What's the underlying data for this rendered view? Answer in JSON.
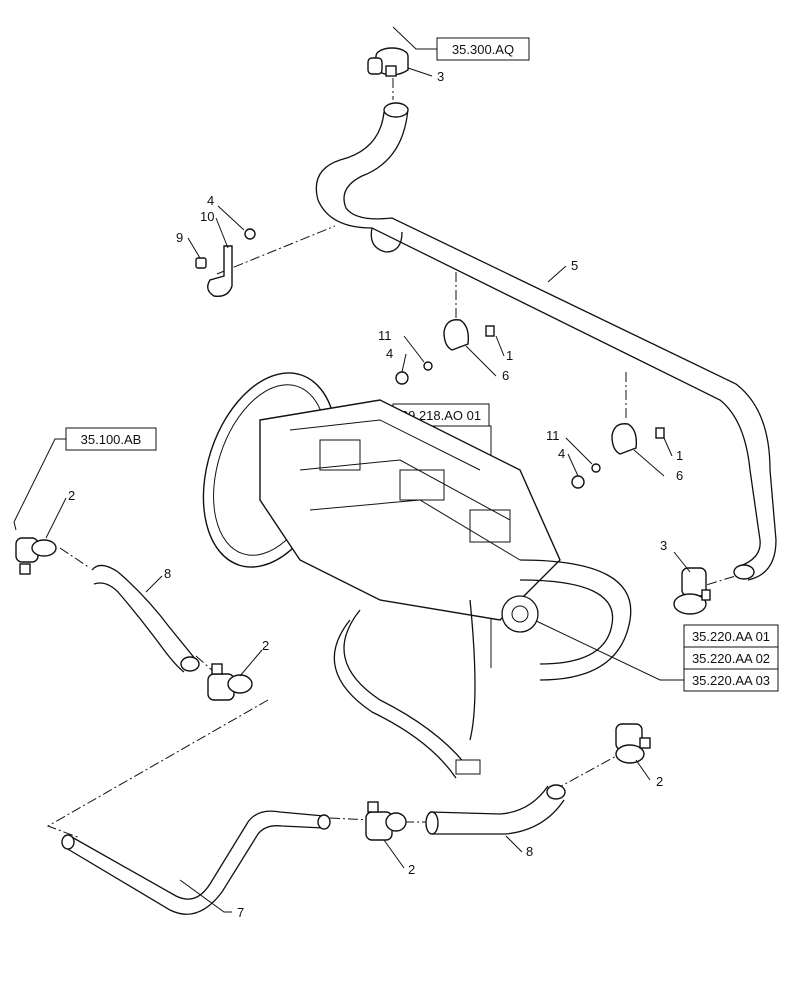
{
  "callouts": {
    "c1a": "1",
    "c1b": "1",
    "c2a": "2",
    "c2b": "2",
    "c2c": "2",
    "c2d": "2",
    "c3a": "3",
    "c3b": "3",
    "c4a": "4",
    "c4b": "4",
    "c4c": "4",
    "c5": "5",
    "c6a": "6",
    "c6b": "6",
    "c7": "7",
    "c8a": "8",
    "c8b": "8",
    "c9": "9",
    "c10": "10",
    "c11a": "11",
    "c11b": "11"
  },
  "references": {
    "r1": "35.300.AQ",
    "r2": "35.100.AB",
    "r3": "29.218.AO 01",
    "r4": "35.220.AA 01",
    "r5": "35.220.AA 02",
    "r6": "35.220.AA 03"
  }
}
